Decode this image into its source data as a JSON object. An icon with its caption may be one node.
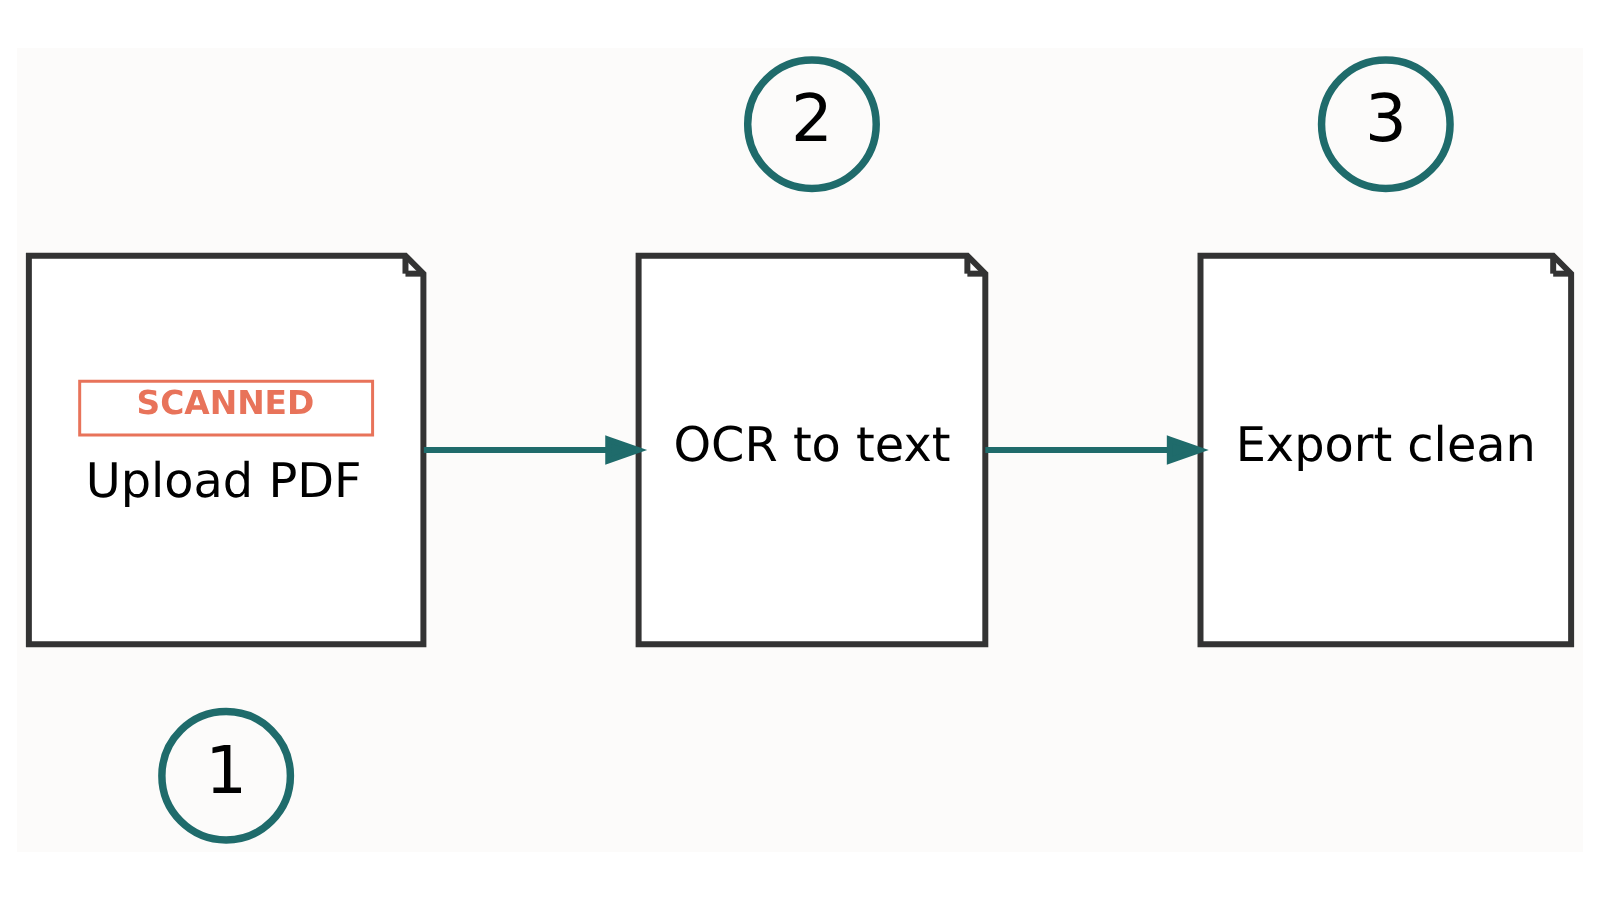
{
  "diagram": {
    "nodes": [
      {
        "text": [
          "1"
        ]
      },
      {
        "text": [
          "SCANNED",
          "Upload PDF"
        ]
      },
      {
        "text": [
          "2"
        ]
      },
      {
        "text": [
          "OCR to text"
        ]
      },
      {
        "text": [
          "3"
        ]
      },
      {
        "text": [
          "Export clean"
        ]
      }
    ],
    "edges": [
      {
        "from": 1,
        "to": 3,
        "arrow": "to"
      },
      {
        "from": 3,
        "to": 5,
        "arrow": "to"
      }
    ]
  }
}
